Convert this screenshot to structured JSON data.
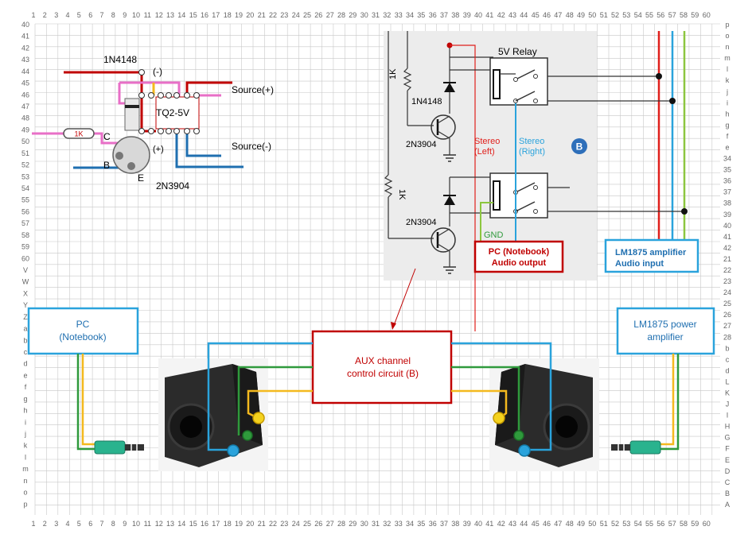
{
  "grid": {
    "col_labels": [
      "1",
      "2",
      "3",
      "4",
      "5",
      "6",
      "7",
      "8",
      "9",
      "10",
      "11",
      "12",
      "13",
      "14",
      "15",
      "16",
      "17",
      "18",
      "19",
      "20",
      "21",
      "22",
      "23",
      "24",
      "25",
      "26",
      "27",
      "28",
      "29",
      "30",
      "31",
      "32",
      "33",
      "34",
      "35",
      "36",
      "37",
      "38",
      "39",
      "40",
      "41",
      "42",
      "43",
      "44",
      "45",
      "46",
      "47",
      "48",
      "49",
      "50",
      "51",
      "52",
      "53",
      "54",
      "55",
      "56",
      "57",
      "58",
      "59",
      "60"
    ],
    "left_rows": [
      "40",
      "41",
      "42",
      "43",
      "44",
      "45",
      "46",
      "47",
      "48",
      "49",
      "50",
      "51",
      "52",
      "53",
      "54",
      "55",
      "56",
      "57",
      "58",
      "59",
      "60",
      "V",
      "W",
      "X",
      "Y",
      "Z",
      "a",
      "b",
      "c",
      "d",
      "e",
      "f",
      "g",
      "h",
      "i",
      "j",
      "k",
      "l",
      "m",
      "n",
      "o",
      "p"
    ],
    "right_rows": [
      "p",
      "o",
      "n",
      "m",
      "l",
      "k",
      "j",
      "i",
      "h",
      "g",
      "f",
      "e",
      "34",
      "35",
      "36",
      "37",
      "38",
      "39",
      "40",
      "41",
      "42",
      "21",
      "22",
      "23",
      "24",
      "25",
      "26",
      "27",
      "28",
      "b",
      "c",
      "d",
      "L",
      "K",
      "J",
      "I",
      "H",
      "G",
      "F",
      "E",
      "D",
      "C",
      "B",
      "A"
    ]
  },
  "breadboard": {
    "diode_label": "1N4148",
    "minus_mark": "(-)",
    "plus_mark": "(+)",
    "relay_label": "TQ2-5V",
    "source_plus": "Source(+)",
    "source_minus": "Source(-)",
    "transistor_label": "2N3904",
    "resistor_label": "1K",
    "pin_c": "C",
    "pin_b": "B",
    "pin_e": "E"
  },
  "schematic": {
    "relay_title": "5V Relay",
    "resistor_1": "1K",
    "resistor_2": "1K",
    "diode_label": "1N4148",
    "transistor_1": "2N3904",
    "transistor_2": "2N3904",
    "stereo_left": [
      "Stereo",
      "(Left)"
    ],
    "stereo_right": [
      "Stereo",
      "(Right)"
    ],
    "badge": "B",
    "gnd": "GND",
    "pc_box": [
      "PC (Notebook)",
      "Audio output"
    ],
    "amp_box": [
      "LM1875 amplifier",
      "Audio input"
    ]
  },
  "boxes": {
    "pc": [
      "PC",
      "(Notebook)"
    ],
    "aux": [
      "AUX channel",
      "control circuit (B)"
    ],
    "amp": [
      "LM1875 power",
      "amplifier"
    ]
  },
  "colors": {
    "grid": "#c8c8c8",
    "red": "#e0201c",
    "dark_red": "#c00000",
    "blue": "#2aa3dc",
    "dark_blue": "#1f6fb0",
    "green": "#2f9a3c",
    "yellow": "#f4b91e",
    "pink": "#e86fc7",
    "schematic_bg": "#ececec"
  }
}
